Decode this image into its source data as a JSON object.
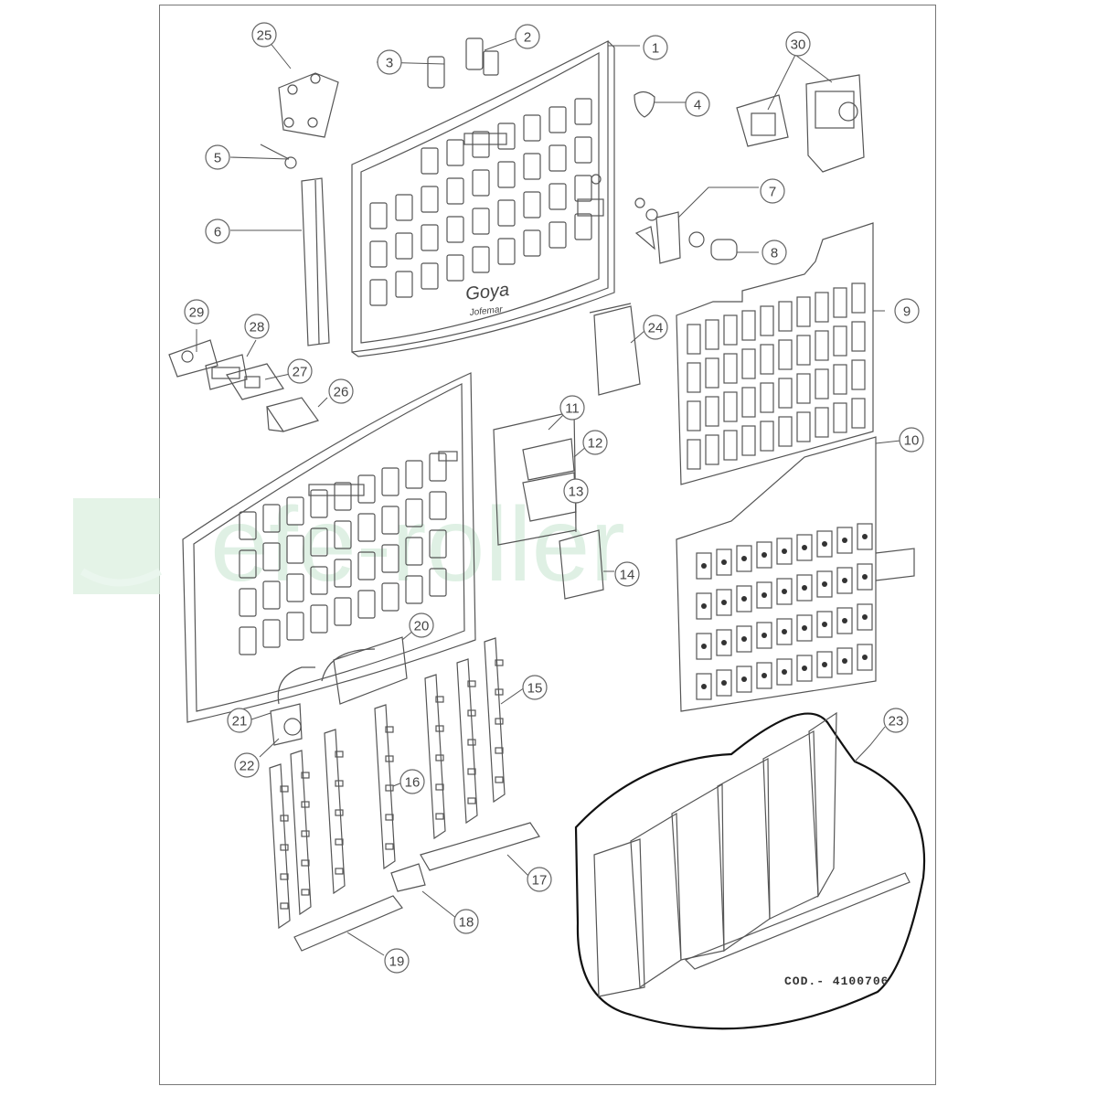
{
  "document": {
    "code": "COD.- 4100706",
    "brand_name": "Goya",
    "brand_maker": "Jofemar",
    "watermark_text": "efe-roller"
  },
  "callouts": [
    {
      "num": "1"
    },
    {
      "num": "2"
    },
    {
      "num": "3"
    },
    {
      "num": "4"
    },
    {
      "num": "5"
    },
    {
      "num": "6"
    },
    {
      "num": "7"
    },
    {
      "num": "8"
    },
    {
      "num": "9"
    },
    {
      "num": "10"
    },
    {
      "num": "11"
    },
    {
      "num": "12"
    },
    {
      "num": "13"
    },
    {
      "num": "14"
    },
    {
      "num": "15"
    },
    {
      "num": "16"
    },
    {
      "num": "17"
    },
    {
      "num": "18"
    },
    {
      "num": "19"
    },
    {
      "num": "20"
    },
    {
      "num": "21"
    },
    {
      "num": "22"
    },
    {
      "num": "23"
    },
    {
      "num": "24"
    },
    {
      "num": "25"
    },
    {
      "num": "26"
    },
    {
      "num": "27"
    },
    {
      "num": "28"
    },
    {
      "num": "29"
    },
    {
      "num": "30"
    }
  ],
  "colors": {
    "line": "#555555",
    "callout_circle": "#666666",
    "watermark": "#cfe9d6"
  }
}
